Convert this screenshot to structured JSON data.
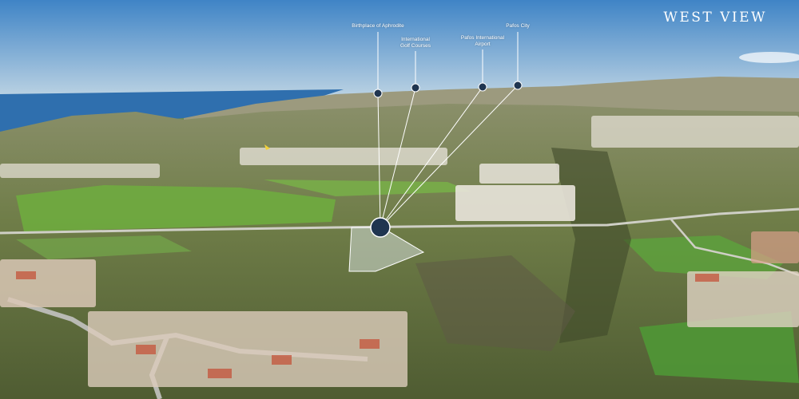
{
  "view_title": "WEST VIEW",
  "points_of_interest": [
    {
      "line1": "Birthplace of Aphrodite",
      "line2": ""
    },
    {
      "line1": "International",
      "line2": "Golf Courses"
    },
    {
      "line1": "Pafos International",
      "line2": "Airport"
    },
    {
      "line1": "Pafos City",
      "line2": ""
    }
  ],
  "colors": {
    "sky_top": "#3f84c6",
    "sky_horizon": "#c9dbe6",
    "sea": "#2f6fae",
    "marker": "#1f3550",
    "plot_fill": "#c9d3cc"
  }
}
